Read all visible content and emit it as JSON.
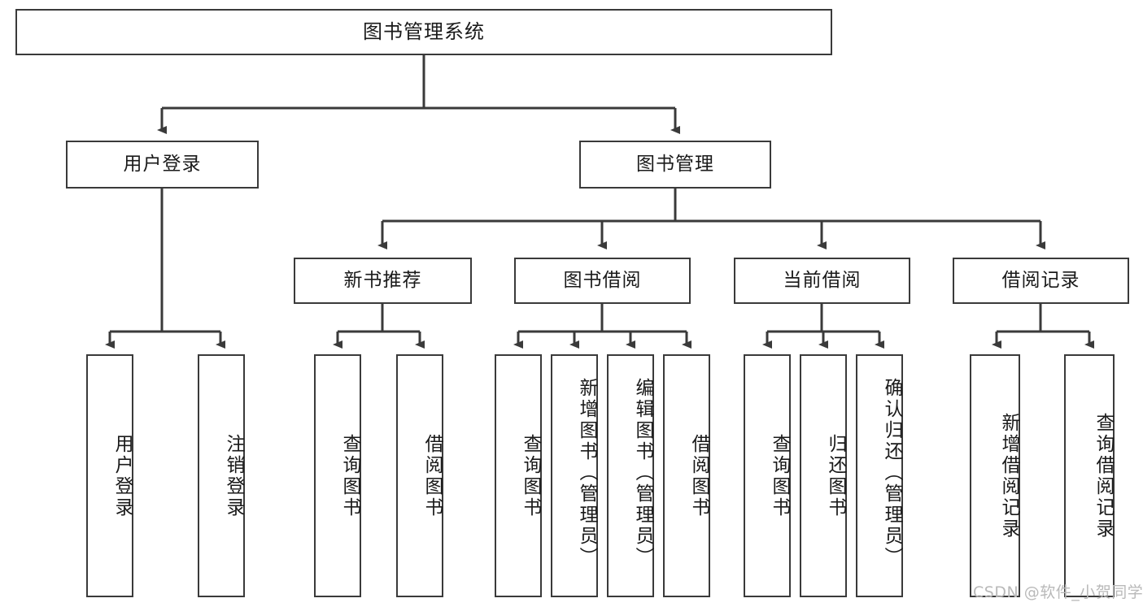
{
  "diagram": {
    "type": "tree",
    "title": "图书管理系统",
    "root": {
      "id": "root",
      "label": "图书管理系统"
    },
    "level2": [
      {
        "id": "user-login",
        "label": "用户登录"
      },
      {
        "id": "book-manage",
        "label": "图书管理"
      }
    ],
    "level3": [
      {
        "id": "new-book-recommend",
        "label": "新书推荐"
      },
      {
        "id": "book-borrow",
        "label": "图书借阅"
      },
      {
        "id": "current-borrow",
        "label": "当前借阅"
      },
      {
        "id": "borrow-record",
        "label": "借阅记录"
      }
    ],
    "leaves": {
      "user_login": [
        {
          "id": "leaf-user-login",
          "label": "用户登录"
        },
        {
          "id": "leaf-logout-login",
          "label": "注销登录"
        }
      ],
      "new_book_recommend": [
        {
          "id": "leaf-query-book-1",
          "label": "查询图书"
        },
        {
          "id": "leaf-borrow-book-1",
          "label": "借阅图书"
        }
      ],
      "book_borrow": [
        {
          "id": "leaf-query-book-2",
          "label": "查询图书"
        },
        {
          "id": "leaf-add-book",
          "label": "新增图书（管理员）"
        },
        {
          "id": "leaf-edit-book",
          "label": "编辑图书（管理员）"
        },
        {
          "id": "leaf-borrow-book-2",
          "label": "借阅图书"
        }
      ],
      "current_borrow": [
        {
          "id": "leaf-query-book-3",
          "label": "查询图书"
        },
        {
          "id": "leaf-return-book",
          "label": "归还图书"
        },
        {
          "id": "leaf-confirm-return",
          "label": "确认归还（管理员）"
        }
      ],
      "borrow_record": [
        {
          "id": "leaf-add-record",
          "label": "新增借阅记录"
        },
        {
          "id": "leaf-query-record",
          "label": "查询借阅记录"
        }
      ]
    }
  },
  "watermark": {
    "text": "CSDN @软件_小贺同学"
  },
  "colors": {
    "border": "#3a3a3a",
    "background": "#ffffff",
    "text": "#1a1a1a",
    "watermark": "#b9b9b9"
  }
}
